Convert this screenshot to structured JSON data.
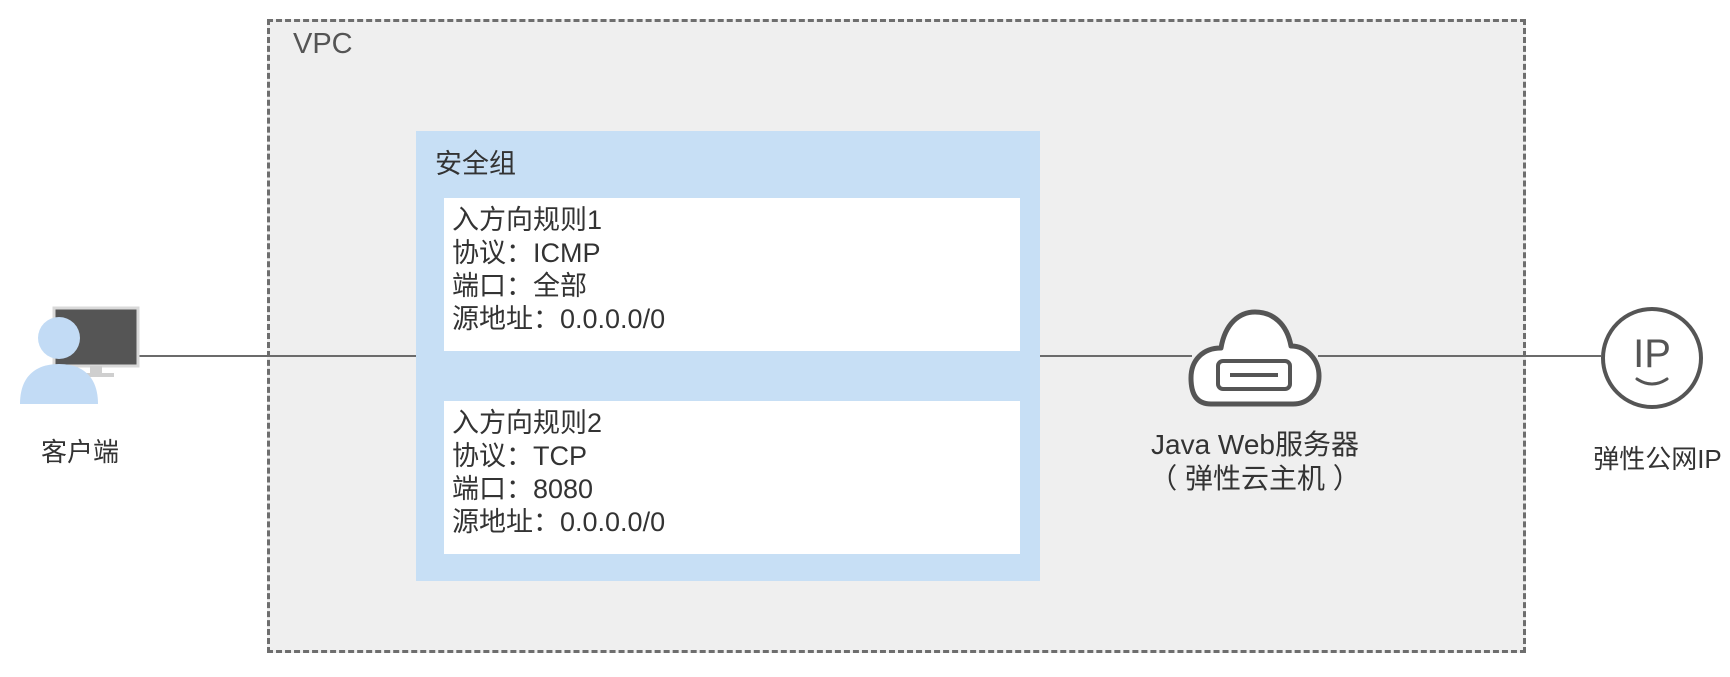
{
  "vpc": {
    "label": "VPC"
  },
  "security_group": {
    "label": "安全组",
    "rules": [
      {
        "title": "入方向规则1",
        "protocol": "协议：ICMP",
        "port": "端口：全部",
        "source": "源地址：0.0.0.0/0"
      },
      {
        "title": "入方向规则2",
        "protocol": "协议：TCP",
        "port": "端口：8080",
        "source": "源地址：0.0.0.0/0"
      }
    ]
  },
  "client": {
    "label": "客户端",
    "icon": "user-computer-icon"
  },
  "server": {
    "line1": "Java Web服务器",
    "line2": "（ 弹性云主机 ）",
    "icon": "cloud-server-icon"
  },
  "eip": {
    "label": "弹性公网IP",
    "icon_text": "IP",
    "icon": "elastic-ip-icon"
  },
  "colors": {
    "vpc_bg": "#efefef",
    "security_group_bg": "#c7dff5",
    "rule_bg": "#ffffff",
    "line": "#6b6b6b"
  }
}
